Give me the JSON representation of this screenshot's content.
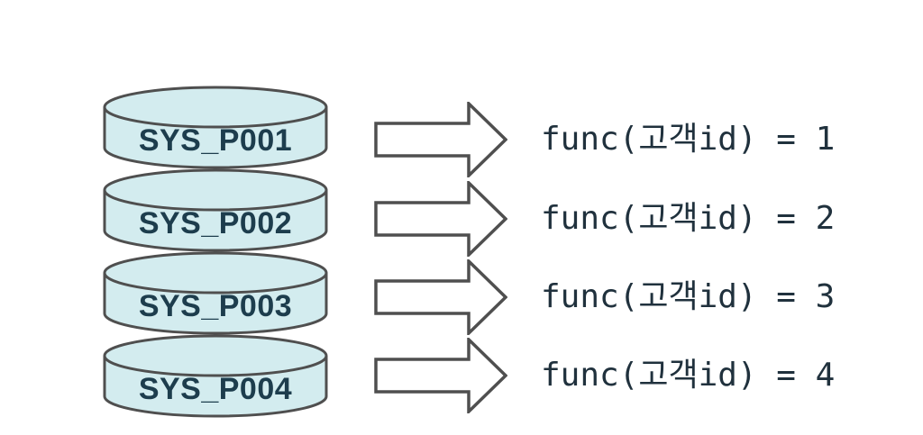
{
  "diagram": {
    "background_color": "#ffffff",
    "cylinder": {
      "fill_color": "#d3ecef",
      "stroke_color": "#4f4f4f",
      "label_color": "#1d3d4d",
      "segments": [
        {
          "label": "SYS_P001"
        },
        {
          "label": "SYS_P002"
        },
        {
          "label": "SYS_P003"
        },
        {
          "label": "SYS_P004"
        }
      ]
    },
    "arrow": {
      "fill_color": "#ffffff",
      "stroke_color": "#4f4f4f",
      "direction": "right"
    },
    "mappings": [
      {
        "text": "func(고객id) = 1"
      },
      {
        "text": "func(고객id) = 2"
      },
      {
        "text": "func(고객id) = 3"
      },
      {
        "text": "func(고객id) = 4"
      }
    ],
    "text_color": "#20313d"
  }
}
